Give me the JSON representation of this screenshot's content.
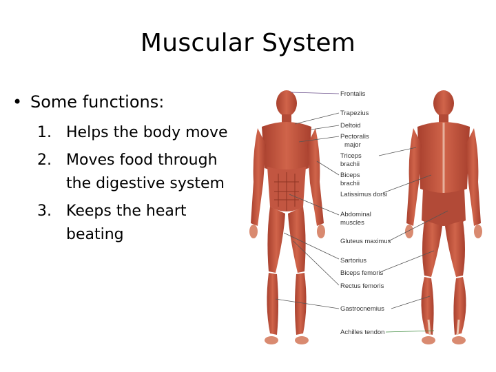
{
  "slide": {
    "title": "Muscular System",
    "bullet": "Some functions:",
    "items": [
      {
        "num": "1.",
        "text": "Helps the body move"
      },
      {
        "num": "2.",
        "text": "Moves food through the digestive system"
      },
      {
        "num": "3.",
        "text": "Keeps the heart beating"
      }
    ]
  },
  "figure": {
    "labels": {
      "frontalis": "Frontalis",
      "trapezius": "Trapezius",
      "deltoid": "Deltoid",
      "pectoralis_1": "Pectoralis",
      "pectoralis_2": "major",
      "triceps_1": "Triceps",
      "triceps_2": "brachii",
      "biceps_1": "Biceps",
      "biceps_2": "brachii",
      "latissimus": "Latissimus dorsi",
      "abdominal_1": "Abdominal",
      "abdominal_2": "muscles",
      "gluteus": "Gluteus maximus",
      "sartorius": "Sartorius",
      "biceps_femoris": "Biceps femoris",
      "rectus_femoris": "Rectus femoris",
      "gastrocnemius": "Gastrocnemius",
      "achilles": "Achilles tendon"
    },
    "colors": {
      "muscle": "#c8553f",
      "muscle_dark": "#9e3a2a",
      "muscle_light": "#e08a72",
      "tendon": "#ecc8b4",
      "leader_line": "#555555",
      "frontalis_line": "#6a4f8a",
      "achilles_line": "#3c8a3c"
    }
  }
}
